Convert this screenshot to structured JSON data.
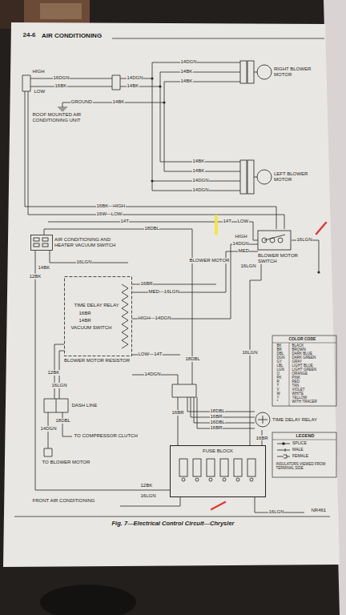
{
  "diagram": {
    "title": "AIR CONDITIONING",
    "caption": "Fig. 7—Electrical Control Circuit—Chrysler",
    "nodes": [
      {
        "text": [
          "RIGHT BLOWER MOTOR"
        ]
      },
      {
        "text": [
          "LEFT BLOWER MOTOR"
        ]
      },
      {
        "text": [
          "BLOWER MOTOR SWITCH"
        ]
      },
      {
        "text": [
          "AIR CONDITIONING AND HEATER VACUUM SWITCH"
        ]
      },
      {
        "text": [
          "BLOWER MOTOR RESISTOR"
        ]
      },
      {
        "text": [
          "TIME DELAY RELAY"
        ]
      },
      {
        "text": [
          "FUSE BLOCK"
        ]
      }
    ],
    "edges": [
      {
        "from": 2,
        "to": 6,
        "arrow": "none",
        "label": "16LGN"
      },
      {
        "from": 3,
        "to": 6,
        "arrow": "none",
        "label": "12BK"
      },
      {
        "from": 5,
        "to": 6,
        "arrow": "none",
        "label": "16BR"
      }
    ],
    "labels": [
      "24-6",
      "HIGH",
      "16DGN",
      "16BK",
      "LOW",
      "14DGN",
      "14BK",
      "GROUND",
      "14BK",
      "ROOF MOUNTED AIR CONDITIONING UNIT",
      "14DGN",
      "14BK",
      "14BK",
      "14BK",
      "14BK",
      "14DGN",
      "14DGN",
      "16BK—HIGH",
      "16W—LOW",
      "14T",
      "18DBL",
      "14T",
      "LOW",
      "HIGH",
      "14DGN",
      "MED",
      "BLOWER MOTOR",
      "16LGN",
      "16LGN",
      "14BK",
      "16LGN",
      "16BR",
      "MED—16LGN",
      "TIME DELAY RELAY",
      "16BR",
      "14BR",
      "VACUUM SWITCH",
      "HIGH—14DGN",
      "LOW—14T",
      "14DGN",
      "18DBL",
      "12BK",
      "16LGN",
      "DASH LINE",
      "14DGN",
      "18DBL",
      "TO COMPRESSOR CLUTCH",
      "TO BLOWER MOTOR",
      "16BR",
      "18DBL",
      "16BR",
      "16DBL",
      "16BR",
      "12BK",
      "16LGN",
      "16LGN",
      "FRONT AIR CONDITIONING",
      "NR461",
      "COLOR CODE",
      "BK",
      "BLACK",
      "BR",
      "BROWN",
      "DBL",
      "DARK BLUE",
      "DGN",
      "DARK GREEN",
      "GY",
      "GRAY",
      "LBL",
      "LIGHT BLUE",
      "LGN",
      "LIGHT GREEN",
      "O",
      "ORANGE",
      "PK",
      "PINK",
      "R",
      "RED",
      "T",
      "TAN",
      "V",
      "VIOLET",
      "W",
      "WHITE",
      "Y",
      "YELLOW",
      "*",
      "WITH TRACER",
      "LEGEND",
      "INSULATORS VIEWED FROM TERMINAL SIDE"
    ],
    "legend": [
      {
        "text": "SPLICE"
      },
      {
        "text": "MALE"
      },
      {
        "text": "FEMALE"
      }
    ]
  }
}
